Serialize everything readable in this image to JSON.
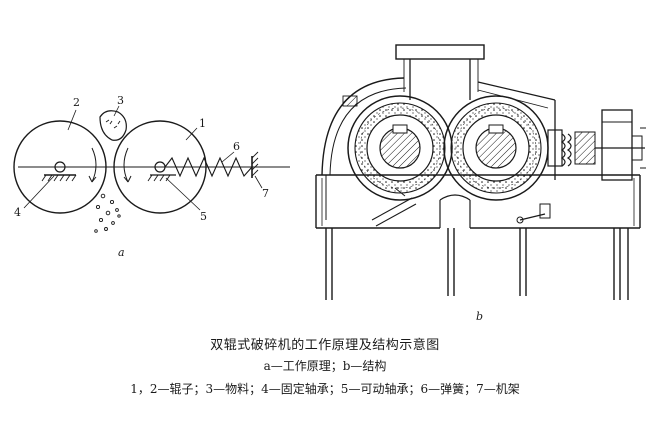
{
  "diagram": {
    "panel_a": {
      "panel_label": "a",
      "callouts": {
        "c1": "1",
        "c2": "2",
        "c3": "3",
        "c4": "4",
        "c5": "5",
        "c6": "6",
        "c7": "7"
      }
    },
    "panel_b": {
      "panel_label": "b"
    }
  },
  "caption": {
    "title": "双辊式破碎机的工作原理及结构示意图",
    "subtitle": "a—工作原理；b—结构",
    "legend": "1，2—辊子；3—物料；4—固定轴承；5—可动轴承；6—弹簧；7—机架"
  }
}
